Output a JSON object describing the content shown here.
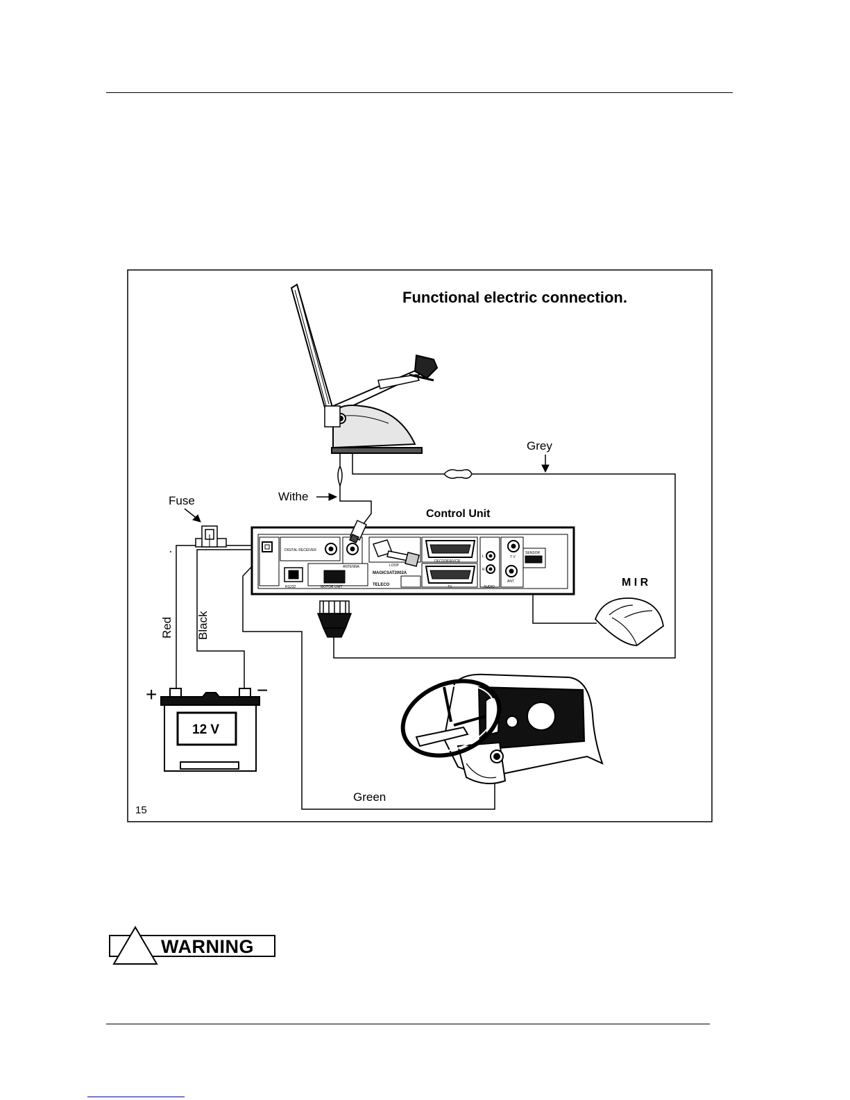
{
  "figure": {
    "title": "Functional electric connection.",
    "number": "15",
    "labels": {
      "control_unit": "Control Unit",
      "grey": "Grey",
      "withe": "Withe",
      "fuse": "Fuse",
      "red": "Red",
      "black": "Black",
      "green": "Green",
      "mir": "M I R",
      "battery": "12 V",
      "plus": "+",
      "minus": "−"
    },
    "panel_labels": {
      "digital_receiver": "DIGITAL RECEIVER",
      "antenna": "ANTENNA",
      "loop": "LOOP",
      "decoder": "DECODER/VCR",
      "tv": "TV",
      "audio": "AUDIO",
      "l": "L",
      "r": "R",
      "tv_small": "T V",
      "ant": "ANT",
      "sensor": "SENSOR",
      "model": "MAGICSAT2002A",
      "brand": "TELECO",
      "rs232": "RS232",
      "motor_unit": "MOTOR UNIT"
    }
  },
  "warning": {
    "label": "WARNING"
  }
}
